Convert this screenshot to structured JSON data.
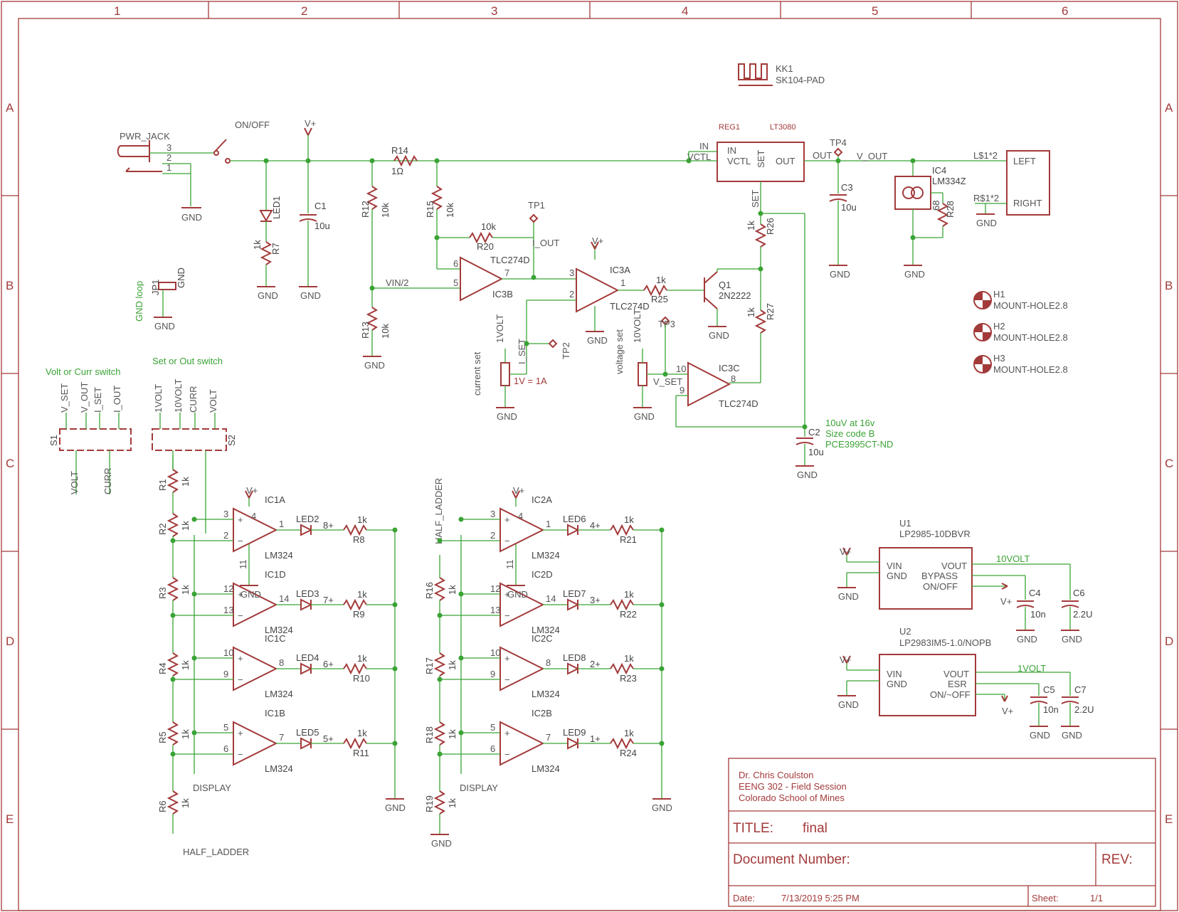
{
  "frame": {
    "columns": [
      "1",
      "2",
      "3",
      "4",
      "5",
      "6"
    ],
    "rows": [
      "A",
      "B",
      "C",
      "D",
      "E"
    ]
  },
  "title_block": {
    "author": "Dr. Chris Coulston",
    "course": "EENG 302 - Field Session",
    "school": "Colorado School of Mines",
    "title_label": "TITLE:",
    "title_value": "final",
    "doc_label": "Document Number:",
    "rev_label": "REV:",
    "date_label": "Date:",
    "date_value": "7/13/2019 5:25 PM",
    "sheet_label": "Sheet:",
    "sheet_value": "1/1"
  },
  "notes": {
    "gnd_loop": "GND loop",
    "volt_curr_switch": "Volt or Curr switch",
    "set_out_switch": "Set or Out switch",
    "c2_note1": "10uV at 16v",
    "c2_note2": "Size code B",
    "c2_note3": "PCE3995CT-ND",
    "current_set": "current set",
    "voltage_set": "voltage set",
    "pot_note": "1V = 1A"
  },
  "labels": {
    "pwr_jack": "PWR_JACK",
    "on_off": "ON/OFF",
    "vplus": "V+",
    "gnd": "GND",
    "r14": "R14",
    "r14_val": "1Ω",
    "kk1": "KK1",
    "kk1_val": "SK104-PAD",
    "reg1": "REG1",
    "lt3080": "LT3080",
    "reg_in": "IN",
    "reg_vctl": "VCTL",
    "reg_set": "SET",
    "reg_out": "OUT",
    "tp4": "TP4",
    "v_out": "V_OUT",
    "out": "OUT",
    "in": "IN",
    "vctl": "VCTL",
    "set": "SET",
    "c3": "C3",
    "c3_val": "10u",
    "ic4": "IC4",
    "ic4_val": "LM334Z",
    "r28": "R28",
    "r28_val": "68",
    "left_net": "L$1*2",
    "right_net": "R$1*2",
    "left": "LEFT",
    "right": "RIGHT",
    "led1": "LED1",
    "r7": "R7",
    "c1": "C1",
    "c1_val": "10u",
    "r12": "R12",
    "r13": "R13",
    "r15": "R15",
    "k10": "10k",
    "k1": "1k",
    "r20": "R20",
    "tp1": "TP1",
    "i_out": "I_OUT",
    "vin2": "VIN/2",
    "ic3b": "IC3B",
    "tlc274d": "TLC274D",
    "ic3a": "IC3A",
    "r25": "R25",
    "q1": "Q1",
    "q1_val": "2N2222",
    "r26": "R26",
    "r27": "R27",
    "tp2": "TP2",
    "tp3": "TP3",
    "i_set": "I_SET",
    "v_set": "V_SET",
    "volt1": "1VOLT",
    "volt10": "10VOLT",
    "ic3c": "IC3C",
    "c2": "C2",
    "c2_val": "10u",
    "jp1": "JP1",
    "s1": "S1",
    "s2": "S2",
    "s1_pins": [
      "V_SET",
      "V_OUT",
      "I_SET",
      "I_OUT"
    ],
    "s2_pins": [
      "1VOLT",
      "10VOLT",
      "CURR",
      "VOLT"
    ],
    "s1_bottom": [
      "VOLT",
      "CURR"
    ],
    "h1": "H1",
    "h2": "H2",
    "h3": "H3",
    "mount_hole": "MOUNT-HOLE2.8",
    "half_ladder": "HALF_LADDER",
    "display": "DISPLAY",
    "lm324": "LM324",
    "u1": "U1",
    "u1_val": "LP2985-10DBVR",
    "u2": "U2",
    "u2_val": "LP2983IM5-1.0/NOPB",
    "vin": "VIN",
    "vout": "VOUT",
    "bypass": "BYPASS",
    "onoff": "ON/OFF",
    "esr": "ESR",
    "onoff2": "ON/~OFF",
    "c4": "C4",
    "c5": "C5",
    "c6": "C6",
    "c7": "C7",
    "n10": "10n",
    "u22": "2.2U"
  },
  "ladder_left": {
    "resistors": [
      "R1",
      "R2",
      "R3",
      "R4",
      "R5",
      "R6"
    ],
    "opamps": [
      "IC1A",
      "IC1D",
      "IC1C",
      "IC1B"
    ],
    "in_plus": [
      "3",
      "12",
      "10",
      "5"
    ],
    "in_minus": [
      "2",
      "13",
      "9",
      "6"
    ],
    "outs": [
      "1",
      "14",
      "8",
      "7"
    ],
    "leds": [
      "LED2",
      "LED3",
      "LED4",
      "LED5"
    ],
    "led_nets": [
      "8+",
      "7+",
      "6+",
      "5+"
    ],
    "res_out": [
      "R8",
      "R9",
      "R10",
      "R11"
    ]
  },
  "ladder_right": {
    "resistors": [
      "R16",
      "R17",
      "R18",
      "R19"
    ],
    "opamps": [
      "IC2A",
      "IC2D",
      "IC2C",
      "IC2B"
    ],
    "in_plus": [
      "3",
      "12",
      "10",
      "5"
    ],
    "in_minus": [
      "2",
      "13",
      "9",
      "6"
    ],
    "outs": [
      "1",
      "14",
      "8",
      "7"
    ],
    "leds": [
      "LED6",
      "LED7",
      "LED8",
      "LED9"
    ],
    "led_nets": [
      "4+",
      "3+",
      "2+",
      "1+"
    ],
    "res_out": [
      "R21",
      "R22",
      "R23",
      "R24"
    ]
  },
  "colors": {
    "component": "#a33a3a",
    "wire": "#3aa335",
    "text": "#555555"
  }
}
